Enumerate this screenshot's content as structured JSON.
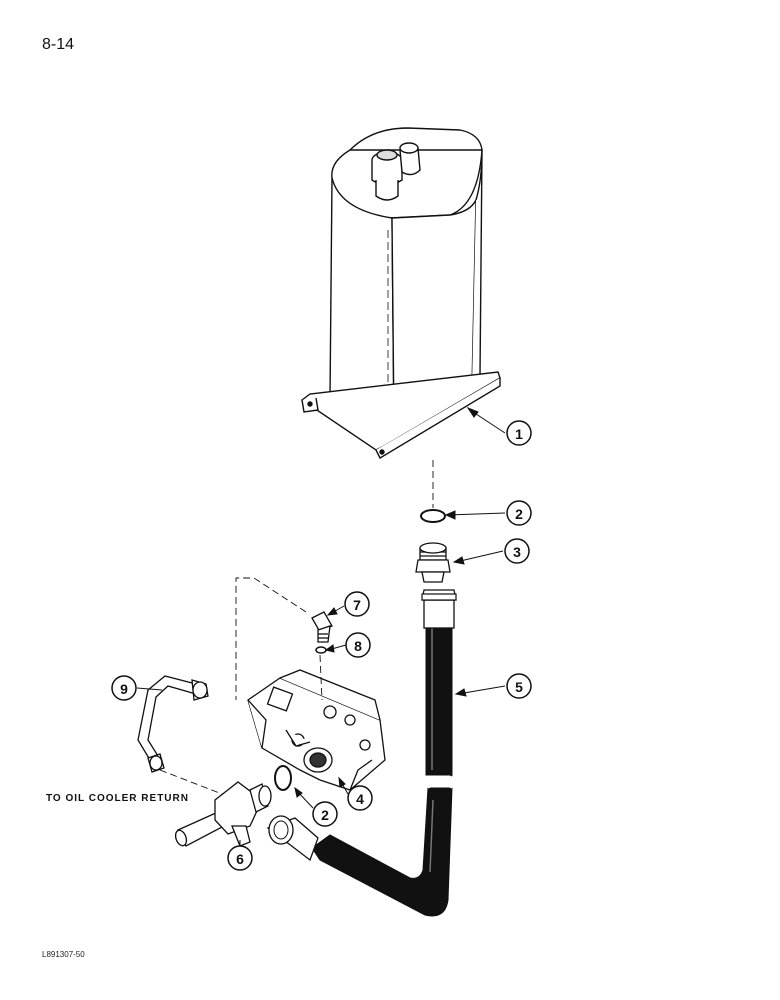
{
  "page_number": "8-14",
  "callout_text": "TO OIL COOLER RETURN",
  "reference_code": "L891307-50",
  "callouts": [
    {
      "id": "callout-1",
      "number": "1"
    },
    {
      "id": "callout-2a",
      "number": "2"
    },
    {
      "id": "callout-3",
      "number": "3"
    },
    {
      "id": "callout-5",
      "number": "5"
    },
    {
      "id": "callout-7",
      "number": "7"
    },
    {
      "id": "callout-8",
      "number": "8"
    },
    {
      "id": "callout-9",
      "number": "9"
    },
    {
      "id": "callout-4",
      "number": "4"
    },
    {
      "id": "callout-2b",
      "number": "2"
    },
    {
      "id": "callout-6",
      "number": "6"
    }
  ]
}
